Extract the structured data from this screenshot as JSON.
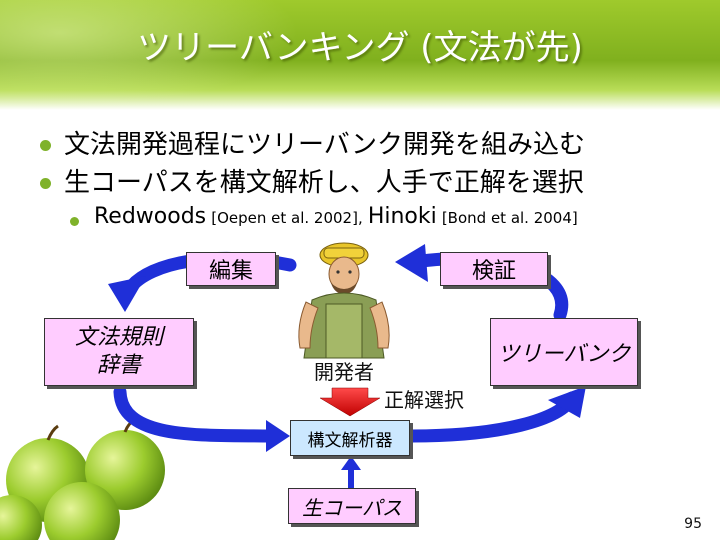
{
  "slide": {
    "title": "ツリーバンキング (文法が先)",
    "page_number": "95"
  },
  "bullets": [
    {
      "text": "文法開発過程にツリーバンク開発を組み込む"
    },
    {
      "text": "生コーパスを構文解析し、人手で正解を選択"
    }
  ],
  "sub_bullet": {
    "part1": "Redwoods",
    "part2": "[Oepen et al. 2002],",
    "part3": "Hinoki",
    "part4": "[Bond et al. 2004]"
  },
  "diagram": {
    "edit_label": "編集",
    "verify_label": "検証",
    "grammar_box": {
      "line1": "文法規則",
      "line2": "辞書"
    },
    "treebank_box": "ツリーバンク",
    "developer_label": "開発者",
    "correct_selection_label": "正解選択",
    "parser_box": "構文解析器",
    "corpus_box": "生コーパス"
  },
  "colors": {
    "title_text": "#ffffff",
    "header_green": "#8dbd24",
    "bullet_dot": "#7fb22a",
    "arrow_blue": "#1f2fd8",
    "pink_box": "#ffccff",
    "light_blue_box": "#cce8ff",
    "red_arrow": "#dd1111"
  }
}
